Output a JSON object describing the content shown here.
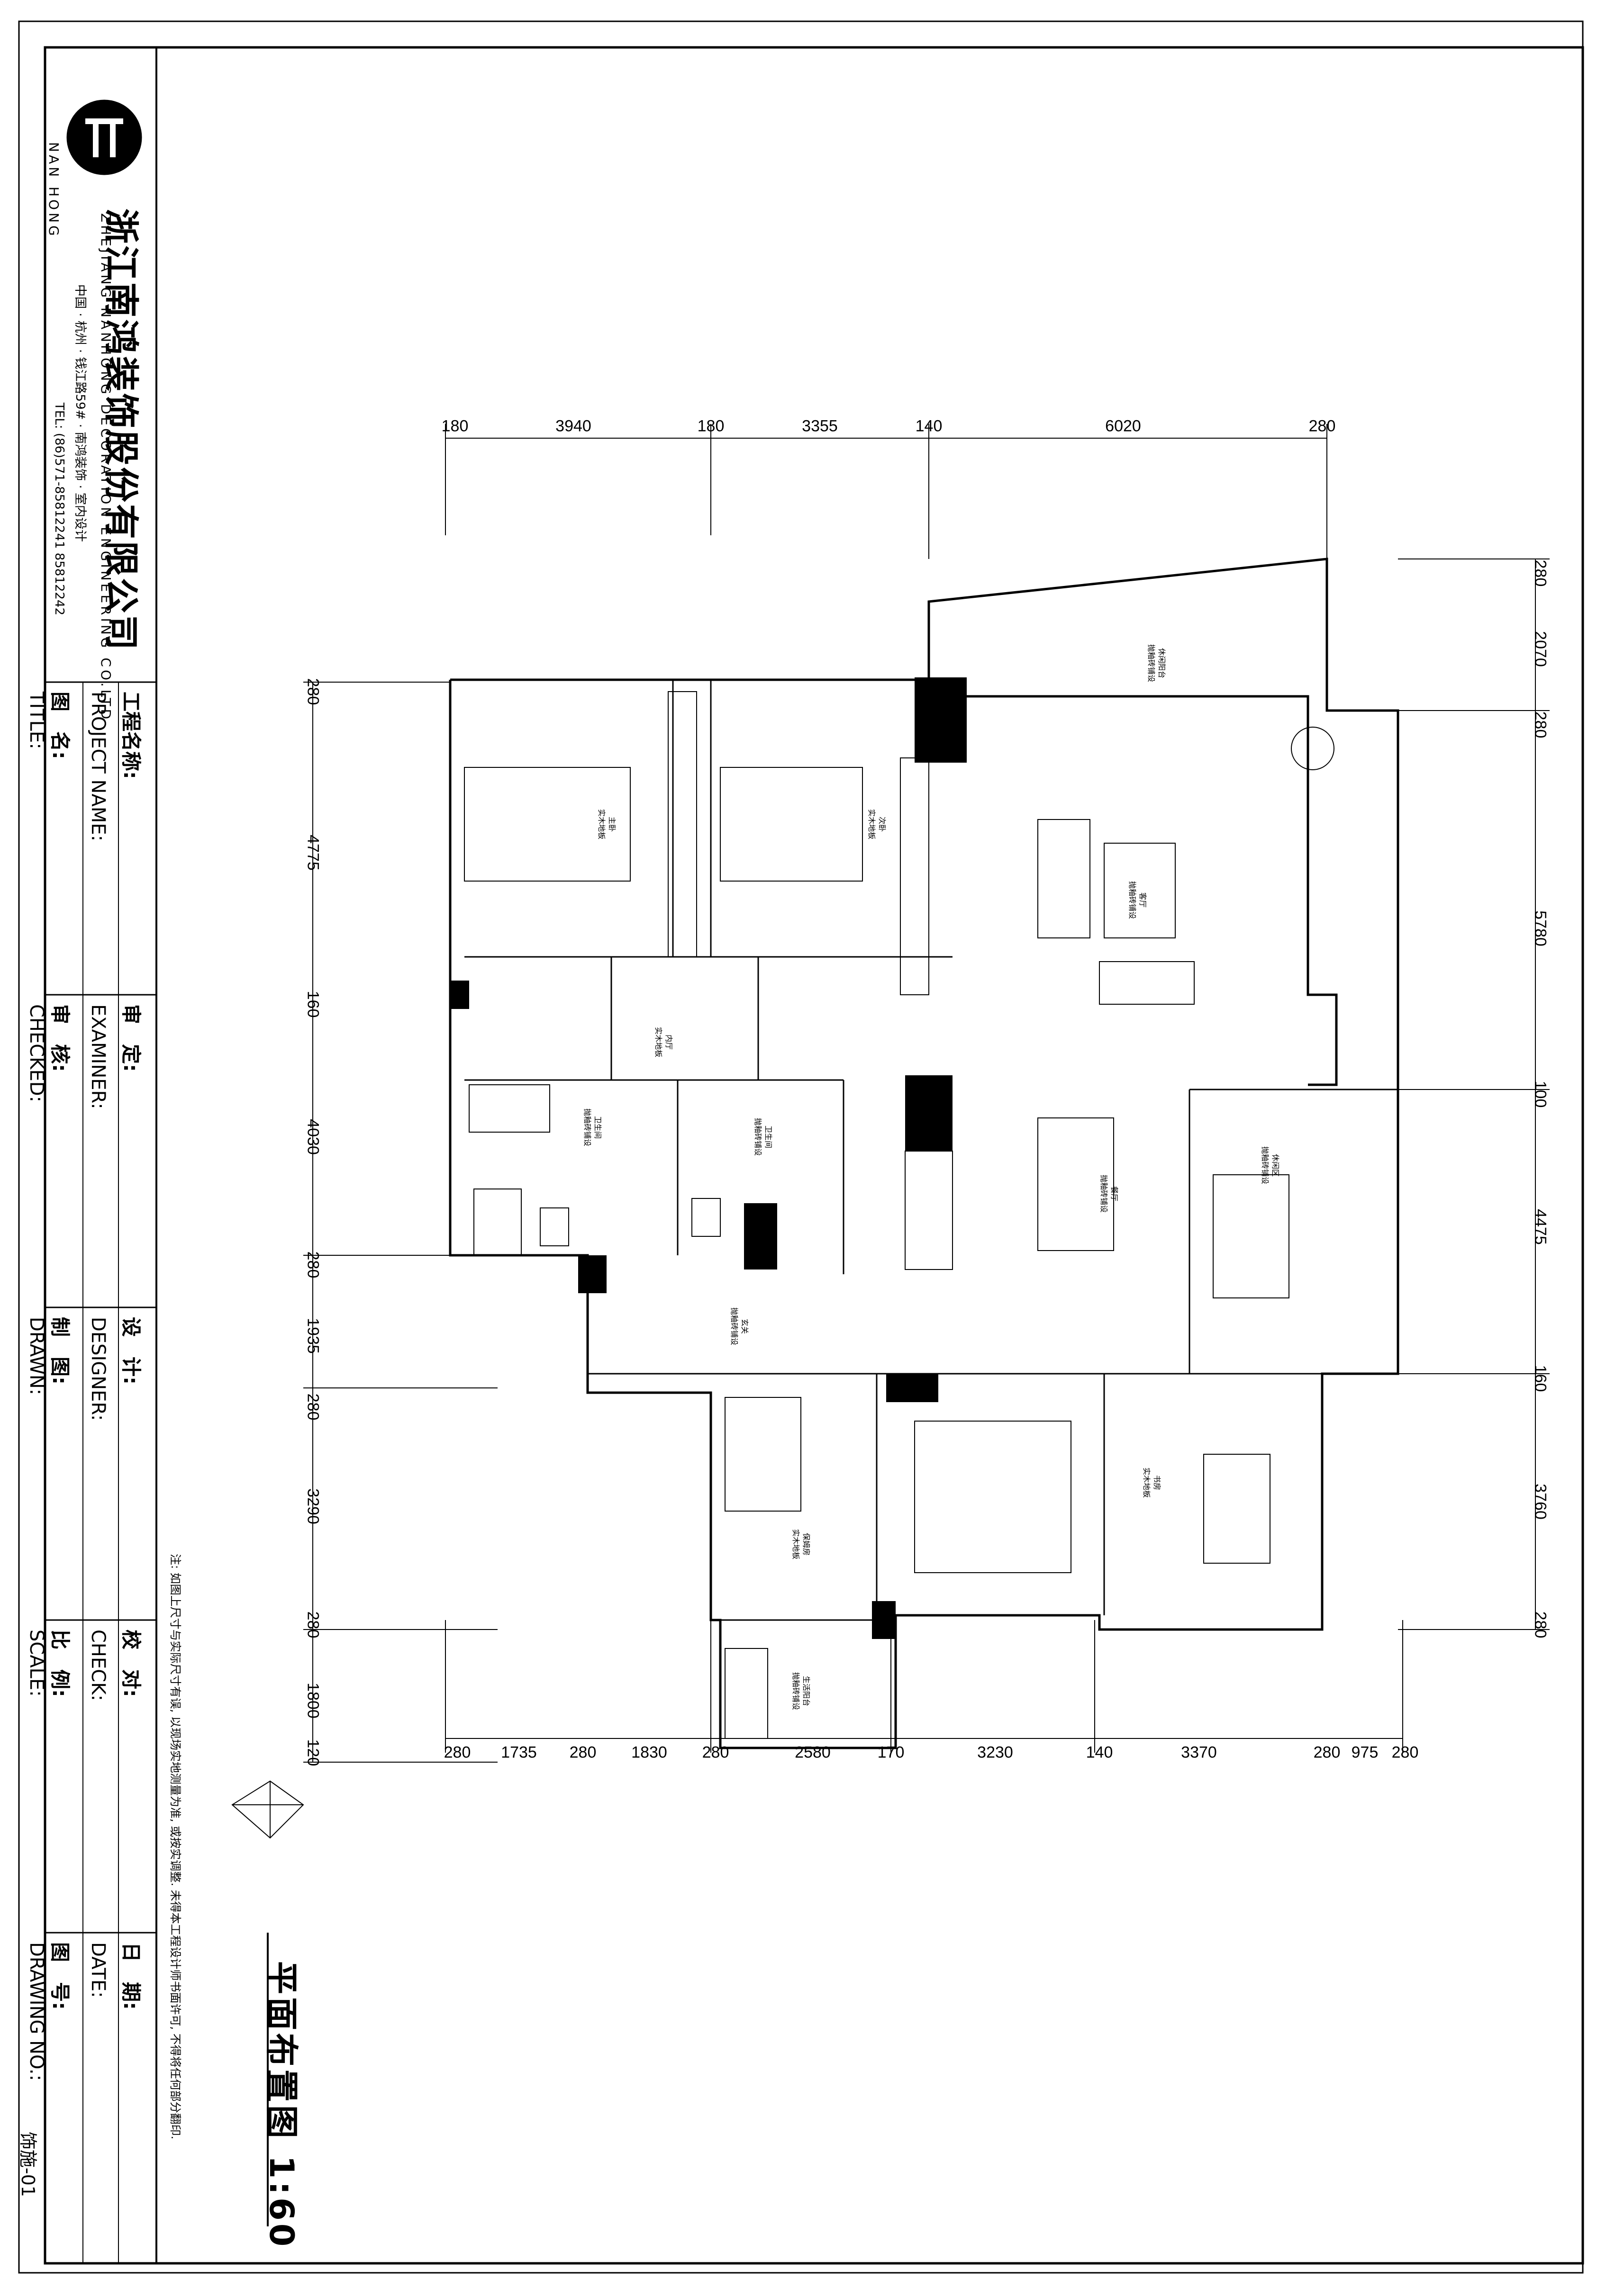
{
  "company": {
    "name_cn": "浙江南鸿装饰股份有限公司",
    "name_en": "ZHEJIANG NANHONG DECORATION ENGINEERING CO.LTD",
    "address": "中国 · 杭州 · 钱江路59# · 南鸿装饰 · 室内设计",
    "tel": "TEL: (86)571-85812241 85812242",
    "logo_text": "NAN HONG"
  },
  "title_block": [
    {
      "cn": "工程名称:",
      "en": "PROJECT NAME:",
      "value": ""
    },
    {
      "cn": "图　名:",
      "en": "TITLE:",
      "value": ""
    },
    {
      "cn": "审　定:",
      "en": "EXAMINER:",
      "value": ""
    },
    {
      "cn": "审　核:",
      "en": "CHECKED:",
      "value": ""
    },
    {
      "cn": "设　计:",
      "en": "DESIGNER:",
      "value": ""
    },
    {
      "cn": "制　图:",
      "en": "DRAWN:",
      "value": ""
    },
    {
      "cn": "校　对:",
      "en": "CHECK:",
      "value": ""
    },
    {
      "cn": "比　例:",
      "en": "SCALE:",
      "value": ""
    },
    {
      "cn": "日　期:",
      "en": "DATE:",
      "value": ""
    },
    {
      "cn": "图　号:",
      "en": "DRAWING NO.:",
      "value": "饰施-01"
    }
  ],
  "note": "注: 如图上尺寸与实际尺寸有误, 以现场实地测量为准, 或按实调整. 未得本工程设计师书面许可, 不得将任何部分翻印.",
  "drawing_title": "平面布置图 1:60",
  "dimensions": {
    "top": [
      "180",
      "3940",
      "180",
      "3355",
      "140",
      "6020",
      "280"
    ],
    "bottom": [
      "280",
      "1735",
      "280",
      "1830",
      "280",
      "2580",
      "170",
      "3230",
      "140",
      "3370",
      "280",
      "975",
      "280"
    ],
    "left": [
      "280",
      "4775",
      "160",
      "4030",
      "280",
      "1935",
      "280",
      "3290",
      "280",
      "1800",
      "120"
    ],
    "right": [
      "280",
      "2070",
      "280",
      "5780",
      "100",
      "4475",
      "160",
      "3760",
      "280"
    ]
  },
  "rooms": [
    {
      "name": "主卧",
      "floor": "实木地板"
    },
    {
      "name": "次卧",
      "floor": "实木地板"
    },
    {
      "name": "客厅",
      "floor": "抛釉砖铺设"
    },
    {
      "name": "休闲阳台",
      "floor": "抛釉砖铺设"
    },
    {
      "name": "内厅",
      "floor": "实木地板"
    },
    {
      "name": "卫生间",
      "floor": "抛釉砖铺设"
    },
    {
      "name": "卫生间",
      "floor": "抛釉砖铺设"
    },
    {
      "name": "餐厅",
      "floor": "抛釉砖铺设"
    },
    {
      "name": "休闲区",
      "floor": "抛釉砖铺设"
    },
    {
      "name": "玄关",
      "floor": "抛釉砖铺设"
    },
    {
      "name": "保姆房",
      "floor": "实木地板"
    },
    {
      "name": "书房",
      "floor": "实木地板"
    },
    {
      "name": "生活阳台",
      "floor": "抛釉砖铺设"
    }
  ],
  "colors": {
    "line": "#000000",
    "paper": "#ffffff",
    "fill": "#000000"
  }
}
